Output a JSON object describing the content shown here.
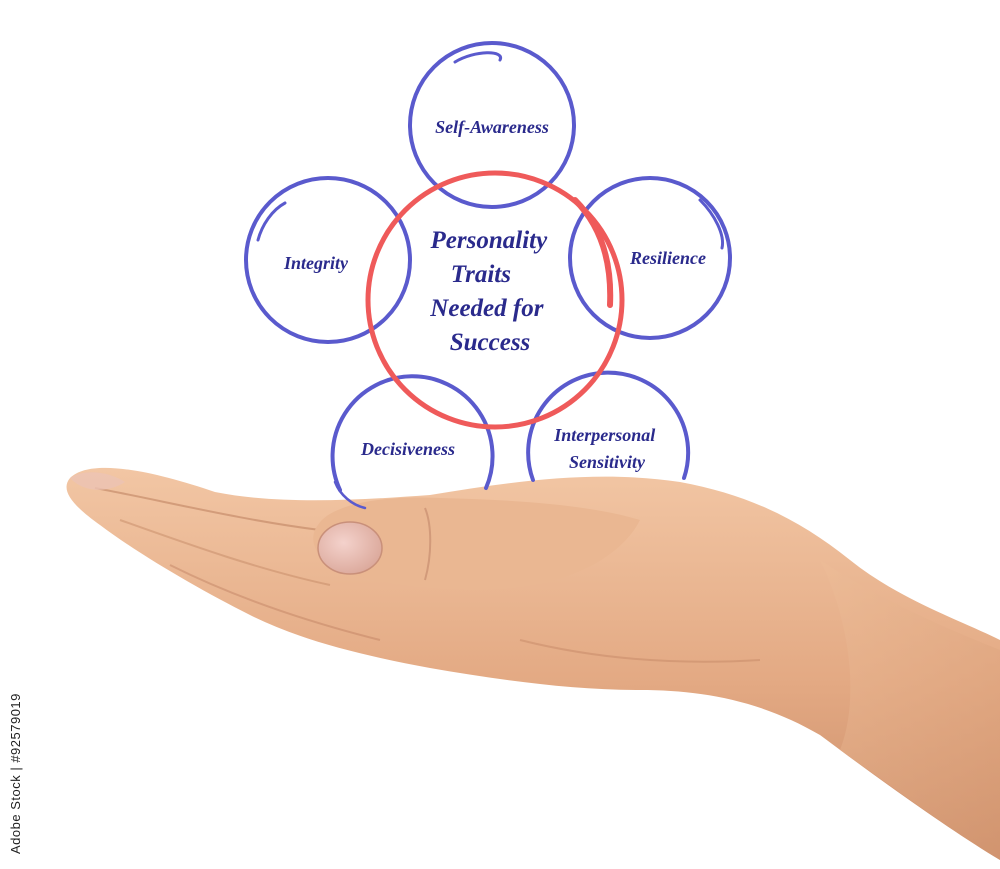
{
  "diagram": {
    "center": {
      "lines": [
        "Personality",
        "Traits",
        "Needed for",
        "Success"
      ]
    },
    "traits": [
      {
        "lines": [
          "Self-Awareness"
        ]
      },
      {
        "lines": [
          "Resilience"
        ]
      },
      {
        "lines": [
          "Interpersonal",
          "Sensitivity"
        ]
      },
      {
        "lines": [
          "Decisiveness"
        ]
      },
      {
        "lines": [
          "Integrity"
        ]
      }
    ]
  },
  "watermark": {
    "id_label": "Adobe Stock | #92579019"
  },
  "colors": {
    "trait_ring": "#5a5acd",
    "center_ring": "#ef5a5a",
    "text": "#2a2a8c",
    "skin": "#e8b48f"
  }
}
